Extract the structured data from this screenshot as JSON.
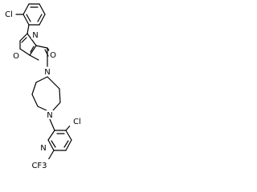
{
  "molecule": {
    "atoms": {
      "cl_top": "Cl",
      "n_isoxazole": "N",
      "o_isoxazole": "O",
      "o_carbonyl": "O",
      "n_diazepane_top": "N",
      "n_diazepane_bottom": "N",
      "n_pyridine": "N",
      "cl_pyridine": "Cl",
      "cf3": "CF3"
    }
  }
}
